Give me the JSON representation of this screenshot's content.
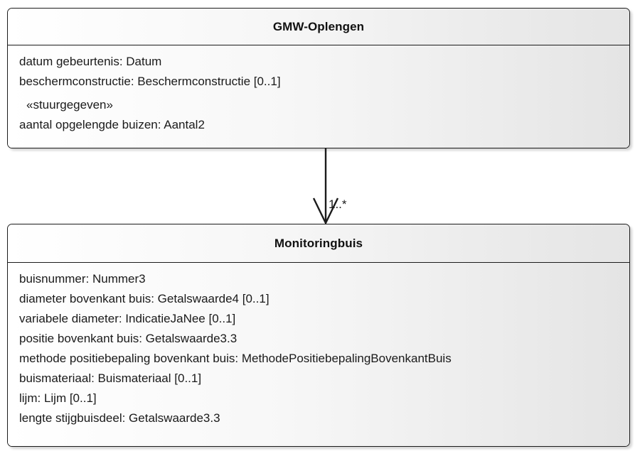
{
  "diagram": {
    "type": "uml-class-diagram",
    "background_color": "#ffffff",
    "line_color": "#1b1b1b"
  },
  "classes": [
    {
      "id": "gmw-oplengen",
      "name": "GMW-Oplengen",
      "attributes": [
        {
          "text": "datum gebeurtenis: Datum",
          "stereotype": false
        },
        {
          "text": "beschermconstructie: Beschermconstructie [0..1]",
          "stereotype": false
        },
        {
          "text": "«stuurgegeven»",
          "stereotype": true
        },
        {
          "text": "aantal opgelengde buizen: Aantal2",
          "stereotype": false
        }
      ]
    },
    {
      "id": "monitoringbuis",
      "name": "Monitoringbuis",
      "attributes": [
        {
          "text": "buisnummer: Nummer3",
          "stereotype": false
        },
        {
          "text": "diameter bovenkant buis: Getalswaarde4 [0..1]",
          "stereotype": false
        },
        {
          "text": "variabele diameter: IndicatieJaNee [0..1]",
          "stereotype": false
        },
        {
          "text": "positie bovenkant buis: Getalswaarde3.3",
          "stereotype": false
        },
        {
          "text": "methode positiebepaling bovenkant buis: MethodePositiebepalingBovenkantBuis",
          "stereotype": false
        },
        {
          "text": "buismateriaal: Buismateriaal [0..1]",
          "stereotype": false
        },
        {
          "text": "lijm: Lijm [0..1]",
          "stereotype": false
        },
        {
          "text": "lengte stijgbuisdeel: Getalswaarde3.3",
          "stereotype": false
        }
      ]
    }
  ],
  "connector": {
    "kind": "association-arrow",
    "source": "GMW-Oplengen",
    "target": "Monitoringbuis",
    "target_multiplicity": "1..*",
    "arrowhead": "open"
  }
}
